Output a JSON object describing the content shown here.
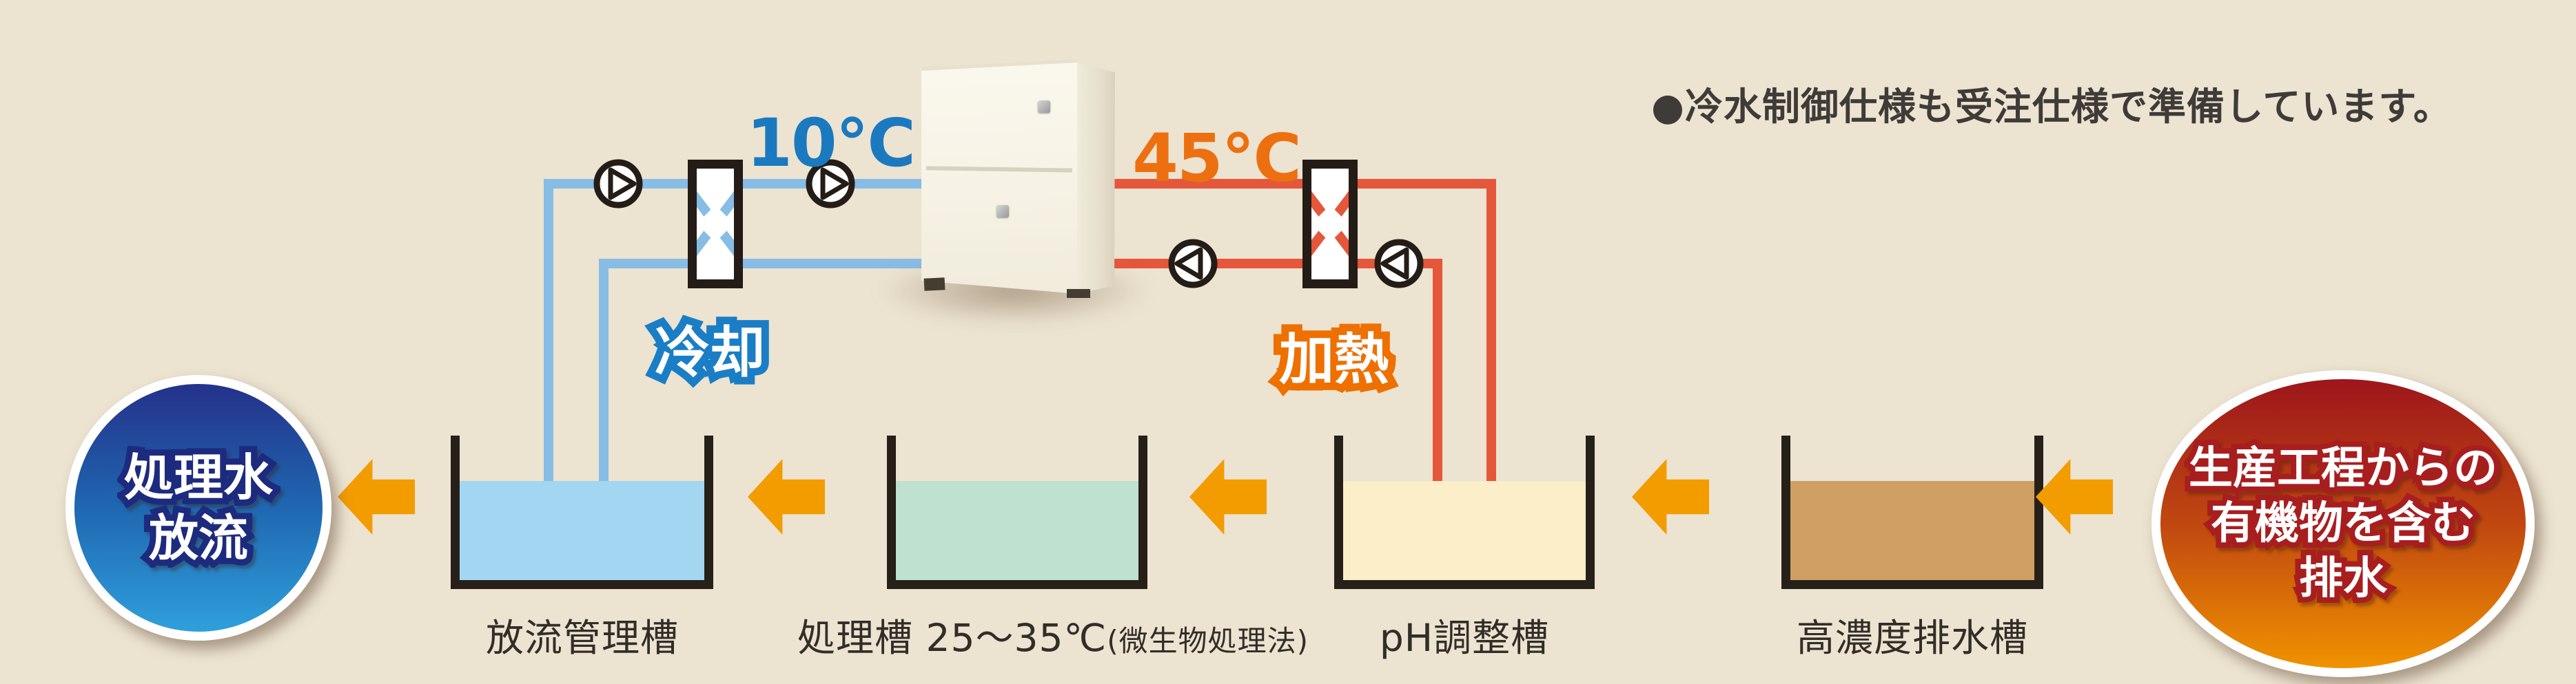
{
  "note": {
    "text": "●冷水制御仕様も受注仕様で準備しています。"
  },
  "heat_pump": {
    "cold_water_temp": "10℃",
    "hot_water_temp": "45℃",
    "cooling_label": "冷却",
    "heating_label": "加熱"
  },
  "source_badge": {
    "line1": "生産工程からの",
    "line2": "有機物を含む",
    "line3": "排水"
  },
  "discharge_badge": {
    "line1": "処理水",
    "line2": "放流"
  },
  "tanks": [
    {
      "label": "放流管理槽",
      "water_color": "#a3d6f0"
    },
    {
      "label": "処理槽 25〜35℃",
      "label_sub": "(微生物処理法)",
      "water_color": "#bfe1d0"
    },
    {
      "label": "pH調整槽",
      "water_color": "#fbeec9"
    },
    {
      "label": "高濃度排水槽",
      "water_color": "#cf9f63"
    }
  ],
  "colors": {
    "background": "#ece3d1",
    "cold_pipe": "#87bde5",
    "hot_pipe": "#e5573a",
    "flow_arrow": "#f39c00",
    "cold_temp_text": "#1b79c0",
    "hot_temp_text": "#ed7010",
    "cooling_outline": "#1a7ec6",
    "heating_outline": "#ee7000",
    "tank_wall": "#262019",
    "note_text": "#3f3b38",
    "discharge_badge_top": "#25318a",
    "discharge_badge_bottom": "#2fa0db",
    "source_badge_top": "#9d161c",
    "source_badge_bottom": "#f09200"
  }
}
